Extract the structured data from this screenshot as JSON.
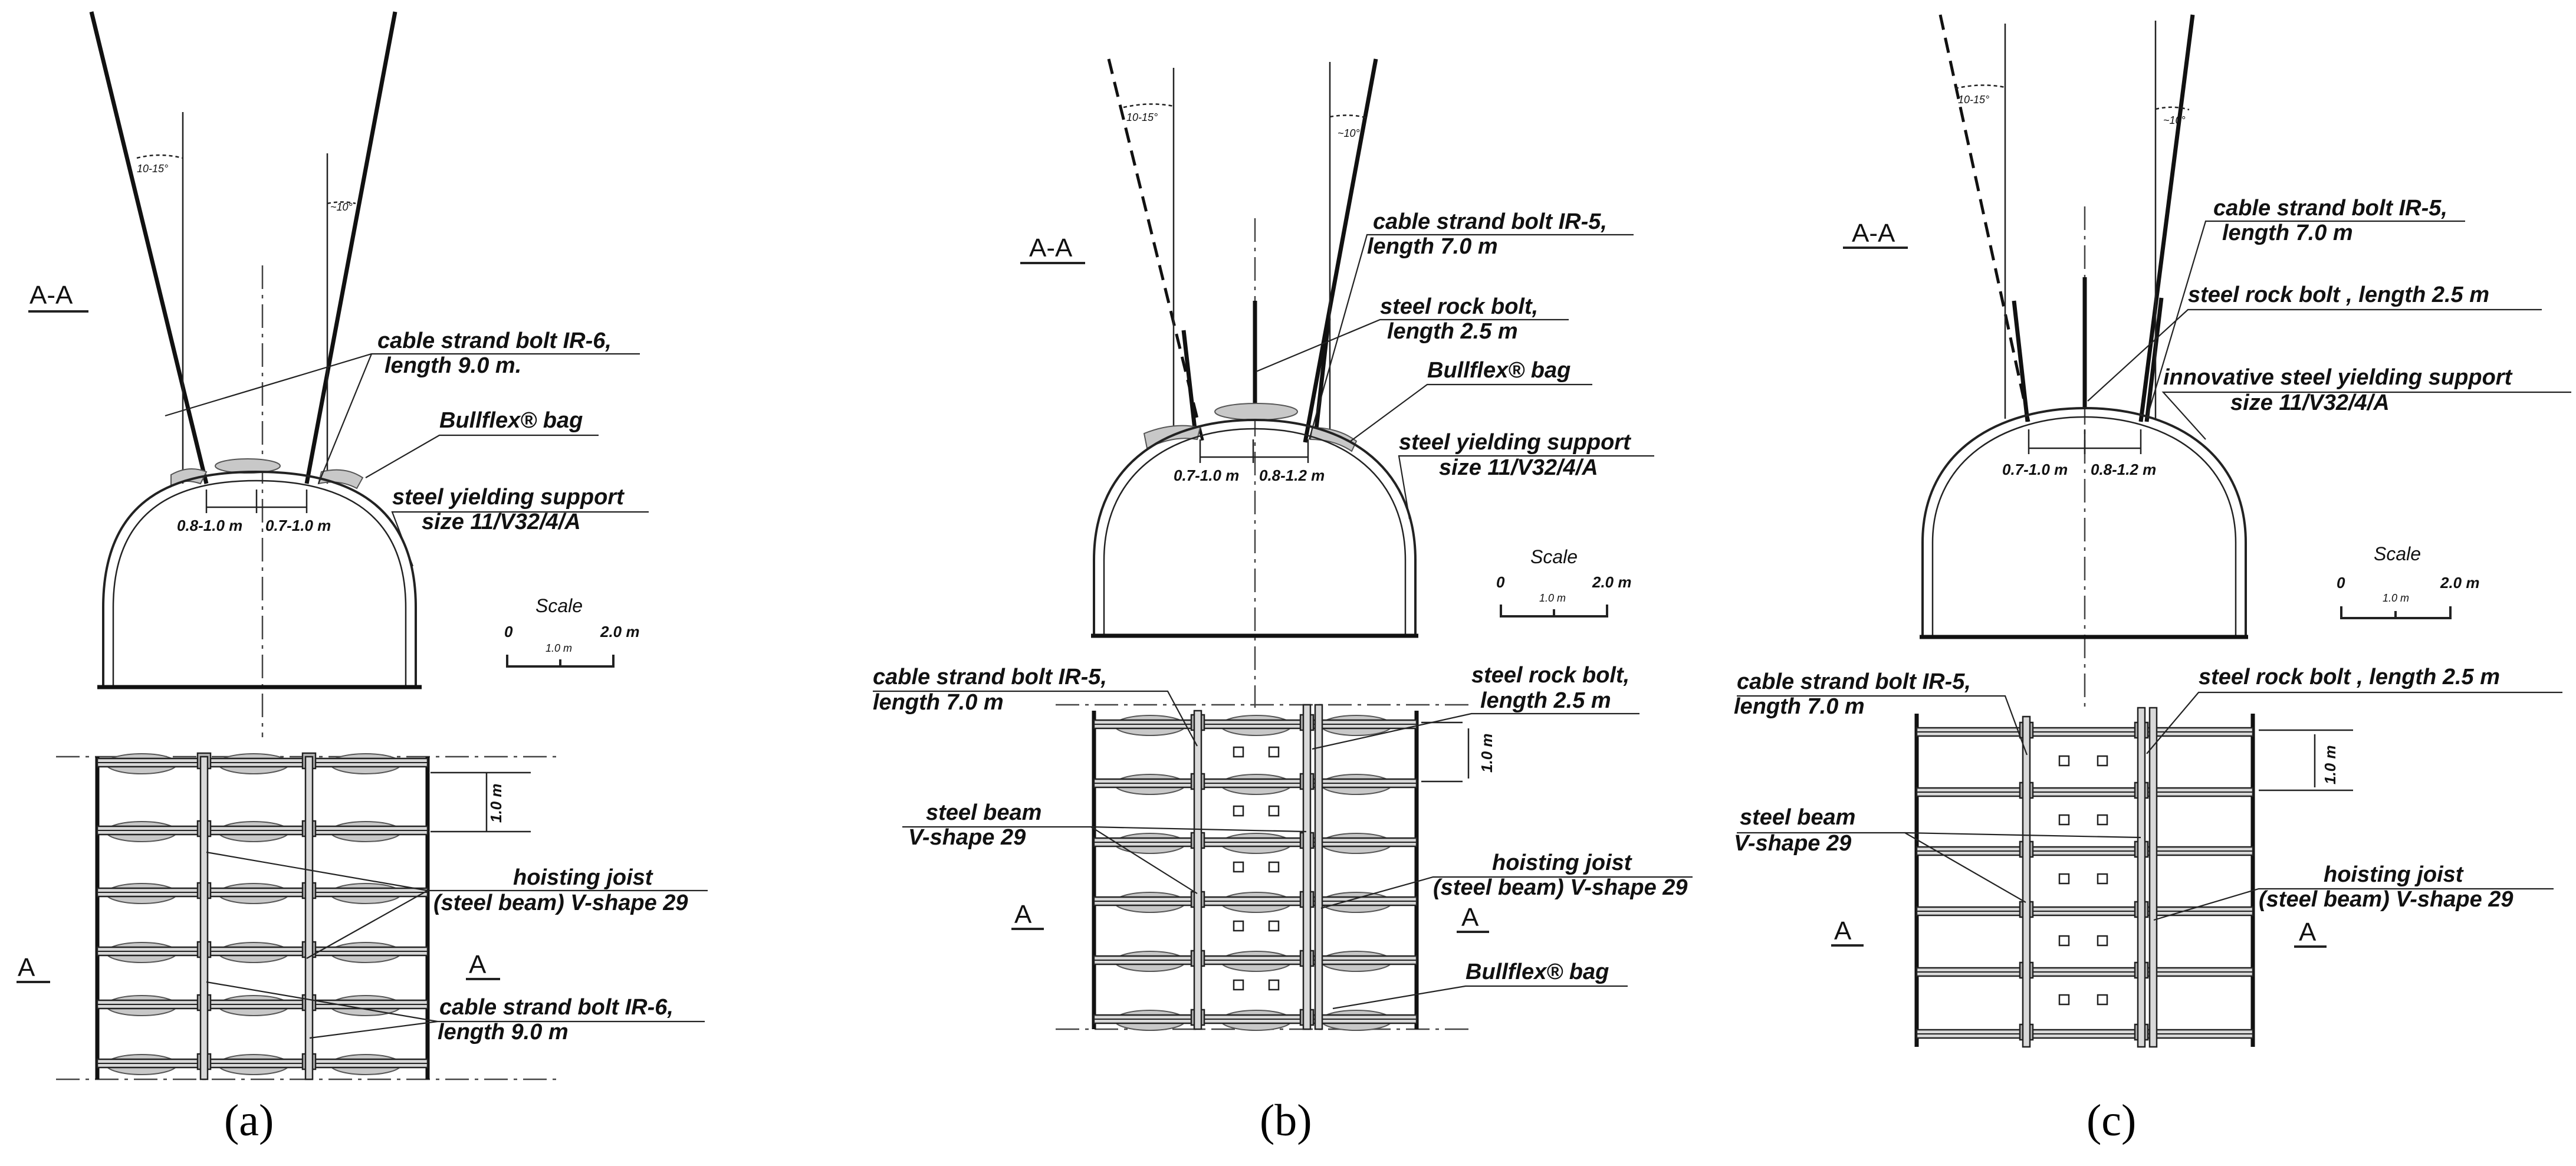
{
  "panels": [
    {
      "caption": "(a)",
      "section_mark": "A-A",
      "view_mark_left": "A",
      "view_mark_right": "A",
      "angle_left": "10-15°",
      "angle_right": "~10°",
      "spacing_left": "0.8-1.0 m",
      "spacing_right": "0.7-1.0 m",
      "row_spacing": "1.0 m",
      "labels": {
        "cable_bolt_top_1": "cable strand bolt IR-6,",
        "cable_bolt_top_2": "length 9.0 m.",
        "bag": "Bullflex® bag",
        "support_1": "steel yielding support",
        "support_2": "size 11/V32/4/A",
        "joist_1": "hoisting joist",
        "joist_2": "(steel beam) V-shape 29",
        "cable_bolt_plan_1": "cable strand bolt IR-6,",
        "cable_bolt_plan_2": "length 9.0 m"
      },
      "scale": {
        "title": "Scale",
        "zero": "0",
        "mid": "1.0 m",
        "end": "2.0 m"
      }
    },
    {
      "caption": "(b)",
      "section_mark": "A-A",
      "view_mark_left": "A",
      "view_mark_right": "A",
      "angle_left": "10-15°",
      "angle_right": "~10°",
      "spacing_left": "0.7-1.0 m",
      "spacing_right": "0.8-1.2 m",
      "row_spacing": "1.0 m",
      "labels": {
        "cable_bolt_top_1": "cable strand bolt IR-5,",
        "cable_bolt_top_2": "length 7.0 m",
        "rock_bolt_top_1": "steel rock bolt,",
        "rock_bolt_top_2": "length 2.5 m",
        "bag": "Bullflex® bag",
        "support_1": "steel yielding support",
        "support_2": "size 11/V32/4/A",
        "cable_bolt_plan_1": "cable strand bolt IR-5,",
        "cable_bolt_plan_2": "length 7.0 m",
        "rock_bolt_plan_1": "steel rock bolt,",
        "rock_bolt_plan_2": "length 2.5 m",
        "beam_1": "steel beam",
        "beam_2": "V-shape 29",
        "joist_1": "hoisting joist",
        "joist_2": "(steel beam) V-shape 29",
        "bag_plan": "Bullflex® bag"
      },
      "scale": {
        "title": "Scale",
        "zero": "0",
        "mid": "1.0 m",
        "end": "2.0 m"
      }
    },
    {
      "caption": "(c)",
      "section_mark": "A-A",
      "view_mark_left": "A",
      "view_mark_right": "A",
      "angle_left": "10-15°",
      "angle_right": "~10°",
      "spacing_left": "0.7-1.0 m",
      "spacing_right": "0.8-1.2 m",
      "row_spacing": "1.0 m",
      "labels": {
        "cable_bolt_top_1": "cable strand bolt IR-5,",
        "cable_bolt_top_2": "length 7.0 m",
        "rock_bolt_top": "steel rock bolt , length 2.5 m",
        "support_1": "innovative steel yielding support",
        "support_2": "size 11/V32/4/A",
        "cable_bolt_plan_1": "cable strand bolt IR-5,",
        "cable_bolt_plan_2": "length 7.0 m",
        "rock_bolt_plan": "steel rock bolt , length 2.5 m",
        "beam_1": "steel beam",
        "beam_2": "V-shape 29",
        "joist_1": "hoisting joist",
        "joist_2": "(steel beam) V-shape 29"
      },
      "scale": {
        "title": "Scale",
        "zero": "0",
        "mid": "1.0 m",
        "end": "2.0 m"
      }
    }
  ]
}
